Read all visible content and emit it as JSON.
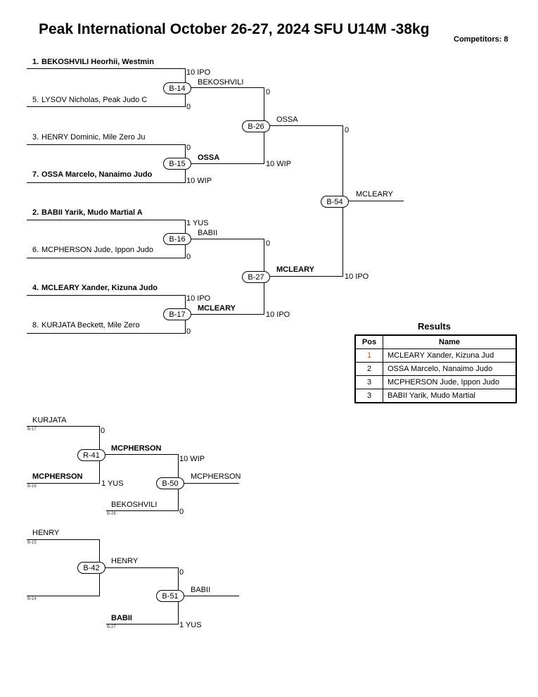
{
  "header": {
    "title": "Peak International  October 26-27, 2024  SFU   U14M -38kg",
    "competitors": "Competitors: 8"
  },
  "pool": {
    "entries": [
      {
        "seed": "1.",
        "name": "BEKOSHVILI Heorhii, Westmin",
        "bold": true
      },
      {
        "seed": "5.",
        "name": "LYSOV Nicholas, Peak Judo C",
        "bold": false
      },
      {
        "seed": "3.",
        "name": "HENRY Dominic, Mile Zero Ju",
        "bold": false
      },
      {
        "seed": "7.",
        "name": "OSSA Marcelo, Nanaimo Judo",
        "bold": true
      },
      {
        "seed": "2.",
        "name": "BABII Yarik, Mudo Martial A",
        "bold": true
      },
      {
        "seed": "6.",
        "name": "MCPHERSON Jude, Ippon Judo",
        "bold": false
      },
      {
        "seed": "4.",
        "name": "MCLEARY Xander, Kizuna Judo",
        "bold": true
      },
      {
        "seed": "8.",
        "name": "KURJATA Beckett, Mile Zero",
        "bold": false
      }
    ],
    "bouts": {
      "b14": {
        "id": "B-14",
        "winner": "BEKOSHVILI",
        "top_score": "10 IPO",
        "bottom_score": "0"
      },
      "b15": {
        "id": "B-15",
        "winner": "OSSA",
        "top_score": "0",
        "bottom_score": "10 WIP"
      },
      "b16": {
        "id": "B-16",
        "winner": "BABII",
        "top_score": "1 YUS",
        "bottom_score": "0"
      },
      "b17": {
        "id": "B-17",
        "winner": "MCLEARY",
        "top_score": "10 IPO",
        "bottom_score": "0"
      },
      "b26": {
        "id": "B-26",
        "winner": "OSSA",
        "top_score": "0",
        "bottom_score": "10 WIP"
      },
      "b27": {
        "id": "B-27",
        "winner": "MCLEARY",
        "top_score": "0",
        "bottom_score": "10 IPO"
      },
      "b54": {
        "id": "B-54",
        "winner": "MCLEARY",
        "top_score": "0",
        "bottom_score": "10 IPO"
      }
    }
  },
  "repechage_1": {
    "entry_top": {
      "name": "KURJATA",
      "source": "B-17",
      "score": "0"
    },
    "entry_bottom": {
      "name": "MCPHERSON",
      "source": "B-16",
      "score": "1 YUS"
    },
    "b41": {
      "id": "R-41",
      "winner": "MCPHERSON"
    },
    "b50_top_score": "10 WIP",
    "b50_bottom": {
      "name": "BEKOSHVILI",
      "source": "B-26",
      "score": "0"
    },
    "b50": {
      "id": "B-50",
      "winner": "MCPHERSON"
    }
  },
  "repechage_2": {
    "entry_top": {
      "name": "HENRY",
      "source": "B-15"
    },
    "entry_bottom": {
      "name": "",
      "source": "B-14"
    },
    "b42": {
      "id": "B-42",
      "winner": "HENRY"
    },
    "b51_top_score": "0",
    "b51_bottom": {
      "name": "BABII",
      "source": "B-27",
      "score": "1 YUS"
    },
    "b51": {
      "id": "B-51",
      "winner": "BABII"
    }
  },
  "results": {
    "title": "Results",
    "headers": [
      "Pos",
      "Name"
    ],
    "rows": [
      {
        "pos": "1",
        "name": "MCLEARY Xander, Kizuna Jud"
      },
      {
        "pos": "2",
        "name": "OSSA Marcelo, Nanaimo Judo"
      },
      {
        "pos": "3",
        "name": "MCPHERSON Jude, Ippon Judo"
      },
      {
        "pos": "3",
        "name": "BABII Yarik, Mudo Martial"
      }
    ]
  }
}
